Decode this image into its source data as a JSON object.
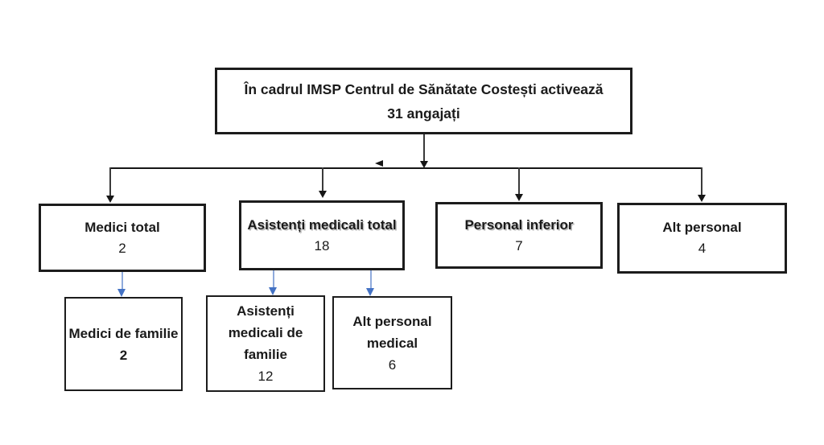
{
  "org_chart": {
    "root": {
      "line1": "În cadrul IMSP Centrul de Sănătate Costești activează",
      "line2": "31 angajați"
    },
    "level2": [
      {
        "title": "Medici total",
        "value": "2"
      },
      {
        "title": "Asistenți medicali total",
        "value": "18"
      },
      {
        "title": "Personal inferior",
        "value": "7"
      },
      {
        "title": "Alt personal",
        "value": "4"
      }
    ],
    "level3": [
      {
        "title": "Medici de familie",
        "value": "2"
      },
      {
        "title": "Asistenți medicali de familie",
        "value": "12"
      },
      {
        "title": "Alt personal medical",
        "value": "6"
      }
    ]
  },
  "colors": {
    "box_border": "#1c1c1c",
    "connector_black": "#161616",
    "connector_blue_stem": "#8faadc",
    "connector_blue_head": "#4472c4",
    "background": "#ffffff"
  }
}
